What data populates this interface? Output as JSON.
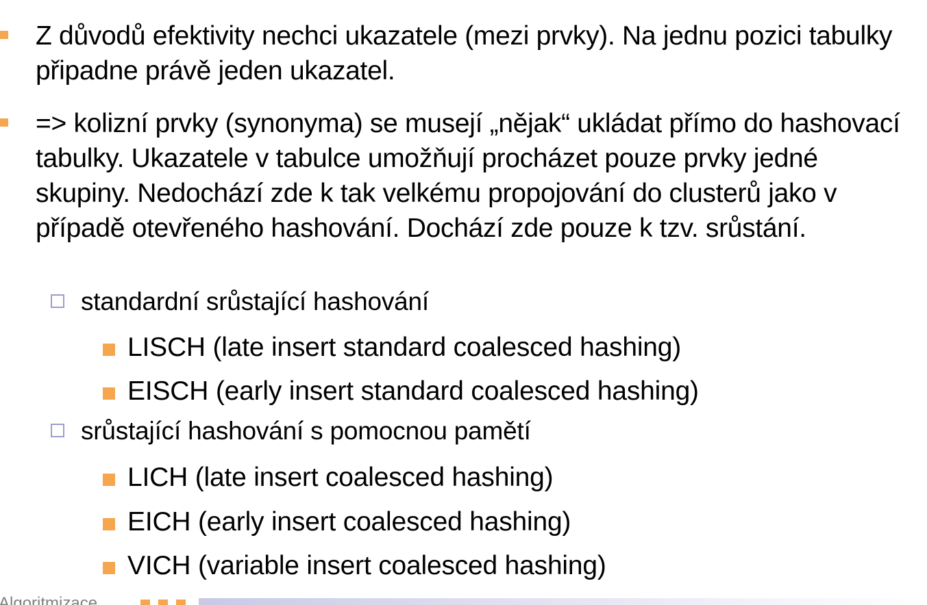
{
  "colors": {
    "bullet_orange": "#f5a64e",
    "sub_marker_border": "#9c9cd0",
    "footer_text": "#808080",
    "footer_bar_start": "#c9c9e6",
    "footer_bar_end": "#ffffff"
  },
  "bullets": [
    {
      "text": "Z důvodů efektivity nechci ukazatele (mezi prvky). Na jednu pozici tabulky připadne právě jeden ukazatel."
    },
    {
      "text": "=> kolizní prvky (synonyma) se musejí „nějak“ ukládat přímo do hashovací tabulky. Ukazatele v tabulce umožňují procházet pouze prvky jedné skupiny. Nedochází zde k tak velkému propojování do clusterů jako v případě otevřeného hashování. Dochází zde pouze k tzv. srůstání.",
      "sub_items": [
        {
          "text": "standardní srůstající hashování",
          "items": [
            "LISCH (late insert standard coalesced hashing)",
            "EISCH (early insert standard coalesced hashing)"
          ]
        },
        {
          "text": "srůstající hashování s pomocnou pamětí",
          "items": [
            "LICH (late insert coalesced hashing)",
            "EICH (early insert coalesced hashing)",
            "VICH (variable insert coalesced hashing)"
          ]
        }
      ]
    }
  ],
  "footer": {
    "text": "Algoritmizace"
  }
}
